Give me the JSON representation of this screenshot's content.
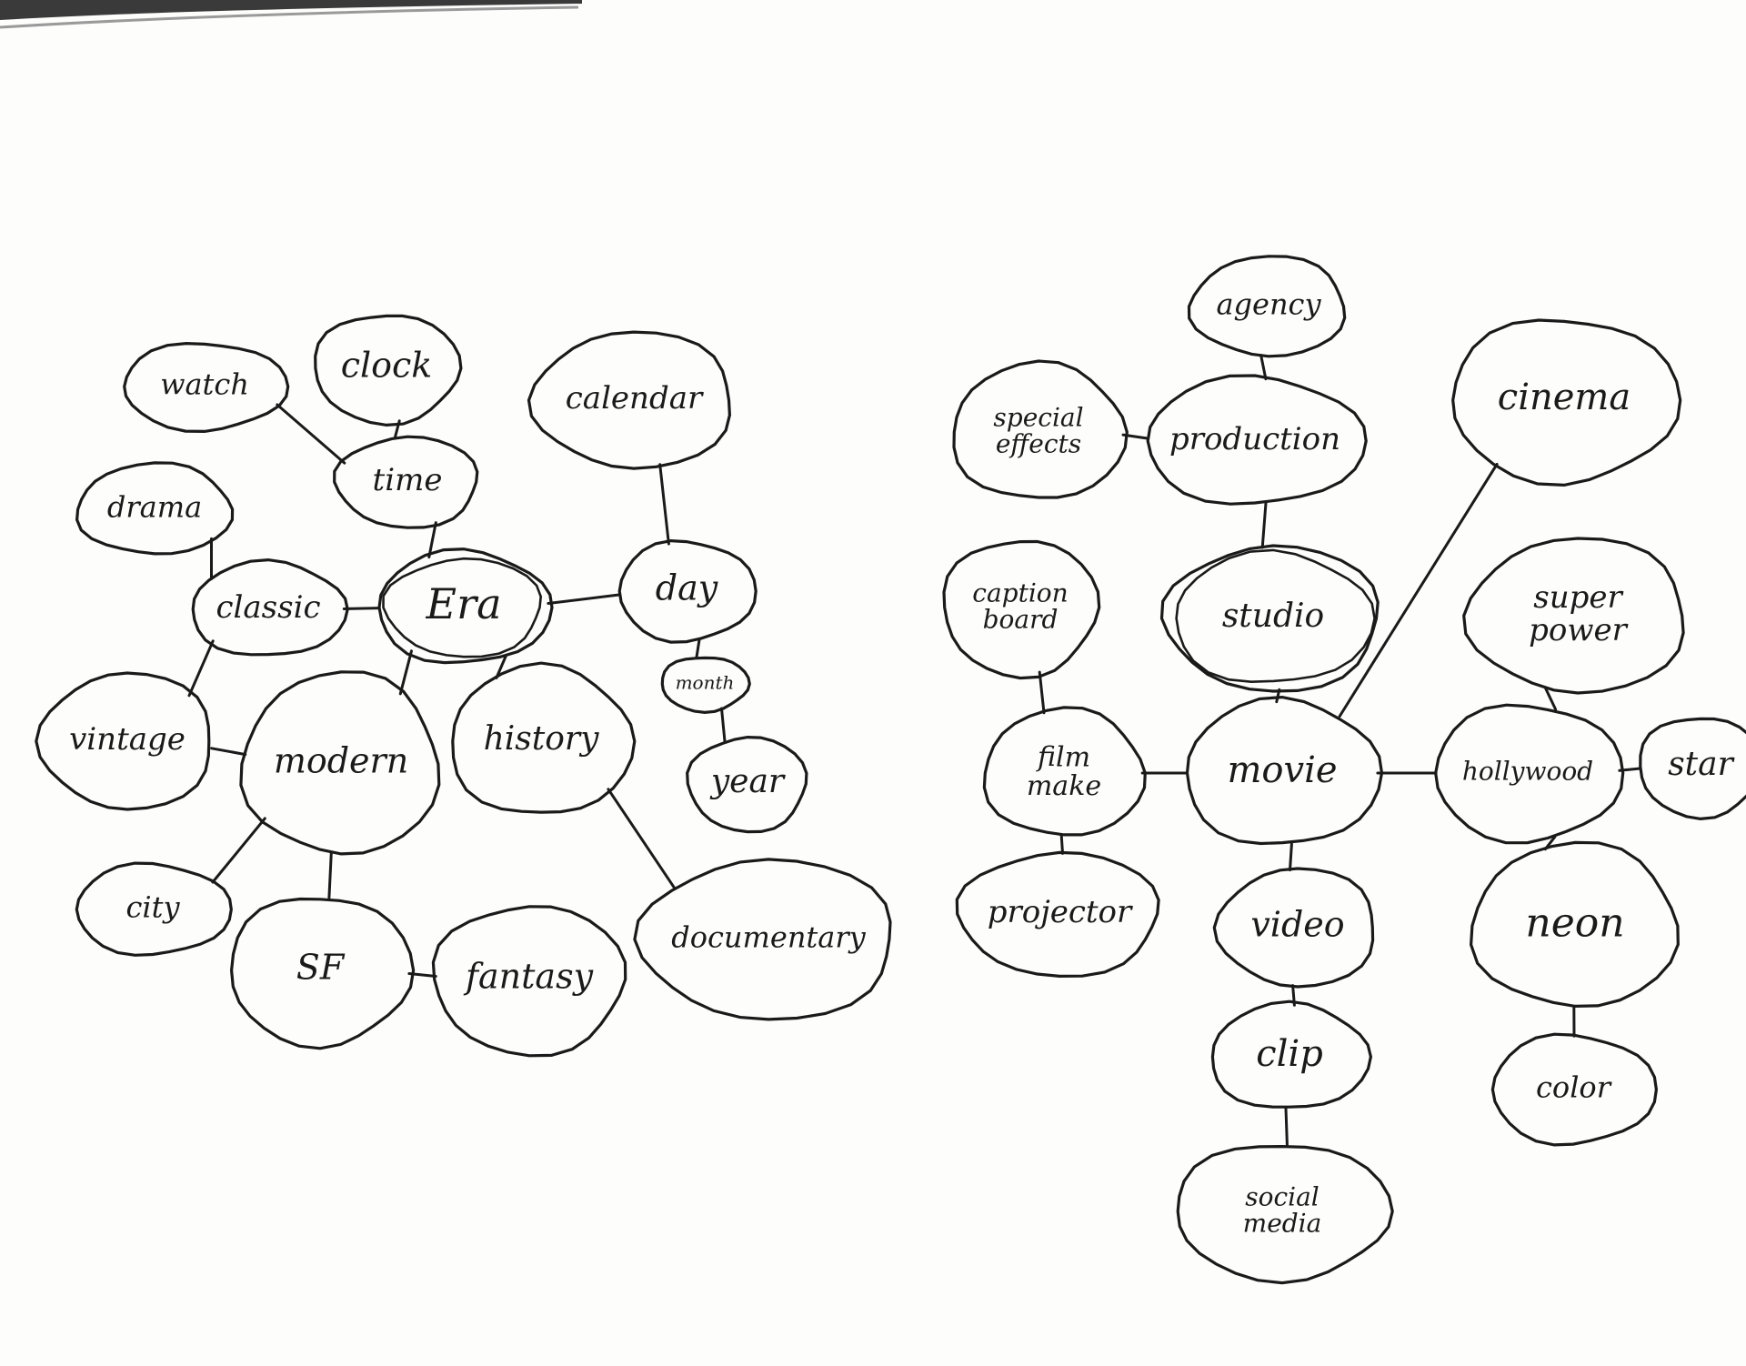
{
  "accent": "#1a1a1a",
  "paper": "#fdfdfc",
  "maps": [
    {
      "id": "era-map",
      "nodes": [
        {
          "id": "era",
          "label": "Era",
          "central": true
        },
        {
          "id": "watch",
          "label": "watch"
        },
        {
          "id": "clock",
          "label": "clock"
        },
        {
          "id": "time",
          "label": "time"
        },
        {
          "id": "calendar",
          "label": "calendar"
        },
        {
          "id": "drama",
          "label": "drama"
        },
        {
          "id": "classic",
          "label": "classic"
        },
        {
          "id": "day",
          "label": "day"
        },
        {
          "id": "month",
          "label": "month"
        },
        {
          "id": "year",
          "label": "year"
        },
        {
          "id": "vintage",
          "label": "vintage"
        },
        {
          "id": "modern",
          "label": "modern"
        },
        {
          "id": "history",
          "label": "history"
        },
        {
          "id": "city",
          "label": "city"
        },
        {
          "id": "sf",
          "label": "SF"
        },
        {
          "id": "fantasy",
          "label": "fantasy"
        },
        {
          "id": "documentary",
          "label": "documentary"
        }
      ],
      "edges": [
        [
          "watch",
          "time"
        ],
        [
          "clock",
          "time"
        ],
        [
          "time",
          "era"
        ],
        [
          "drama",
          "classic"
        ],
        [
          "classic",
          "era"
        ],
        [
          "era",
          "day"
        ],
        [
          "calendar",
          "day"
        ],
        [
          "day",
          "month"
        ],
        [
          "month",
          "year"
        ],
        [
          "classic",
          "vintage"
        ],
        [
          "vintage",
          "modern"
        ],
        [
          "era",
          "modern"
        ],
        [
          "era",
          "history"
        ],
        [
          "modern",
          "city"
        ],
        [
          "modern",
          "sf"
        ],
        [
          "sf",
          "fantasy"
        ],
        [
          "history",
          "documentary"
        ]
      ]
    },
    {
      "id": "studio-map",
      "nodes": [
        {
          "id": "agency",
          "label": "agency"
        },
        {
          "id": "special",
          "label": "special\neffects"
        },
        {
          "id": "production",
          "label": "production"
        },
        {
          "id": "cinema",
          "label": "cinema"
        },
        {
          "id": "caption",
          "label": "caption\nboard"
        },
        {
          "id": "studio",
          "label": "studio",
          "central": true
        },
        {
          "id": "superpower",
          "label": "super\npower"
        },
        {
          "id": "filmmake",
          "label": "film\nmake"
        },
        {
          "id": "movie",
          "label": "movie"
        },
        {
          "id": "hollywood",
          "label": "hollywood"
        },
        {
          "id": "star",
          "label": "star"
        },
        {
          "id": "projector",
          "label": "projector"
        },
        {
          "id": "video",
          "label": "video"
        },
        {
          "id": "neon",
          "label": "neon"
        },
        {
          "id": "clip",
          "label": "clip"
        },
        {
          "id": "color",
          "label": "color"
        },
        {
          "id": "social",
          "label": "social\nmedia"
        }
      ],
      "edges": [
        [
          "agency",
          "production"
        ],
        [
          "special",
          "production"
        ],
        [
          "production",
          "studio"
        ],
        [
          "studio",
          "movie"
        ],
        [
          "cinema",
          "movie"
        ],
        [
          "caption",
          "filmmake"
        ],
        [
          "filmmake",
          "movie"
        ],
        [
          "filmmake",
          "projector"
        ],
        [
          "movie",
          "hollywood"
        ],
        [
          "superpower",
          "hollywood"
        ],
        [
          "hollywood",
          "star"
        ],
        [
          "hollywood",
          "neon"
        ],
        [
          "movie",
          "video"
        ],
        [
          "video",
          "clip"
        ],
        [
          "clip",
          "social"
        ],
        [
          "neon",
          "color"
        ]
      ]
    }
  ]
}
